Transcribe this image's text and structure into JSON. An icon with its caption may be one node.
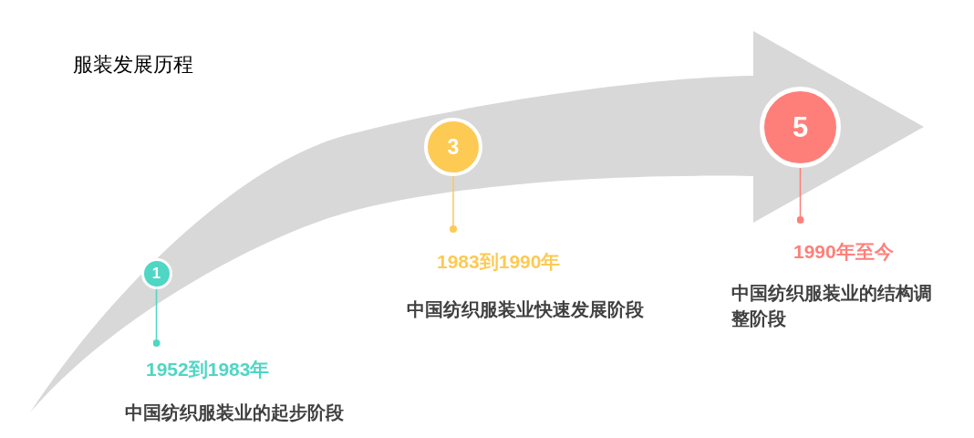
{
  "diagram": {
    "title": "服装发展历程",
    "nodes": [
      {
        "text": [
          "1"
        ]
      },
      {
        "text": [
          "1952到1983年",
          "中国纺织服装业的起步阶段"
        ]
      },
      {
        "text": [
          "3"
        ]
      },
      {
        "text": [
          "1983到1990年",
          "中国纺织服装业快速发展阶段"
        ]
      },
      {
        "text": [
          "5"
        ]
      },
      {
        "text": [
          "1990年至今",
          "中国纺织服装业的结构调整阶段"
        ]
      }
    ],
    "edges": [
      {
        "from": 0,
        "to": 1,
        "arrow": "other",
        "color": "#4fd6c5"
      },
      {
        "from": 2,
        "to": 3,
        "arrow": "other",
        "color": "#fdca54"
      },
      {
        "from": 4,
        "to": 5,
        "arrow": "other",
        "color": "#fe7f79"
      }
    ]
  }
}
